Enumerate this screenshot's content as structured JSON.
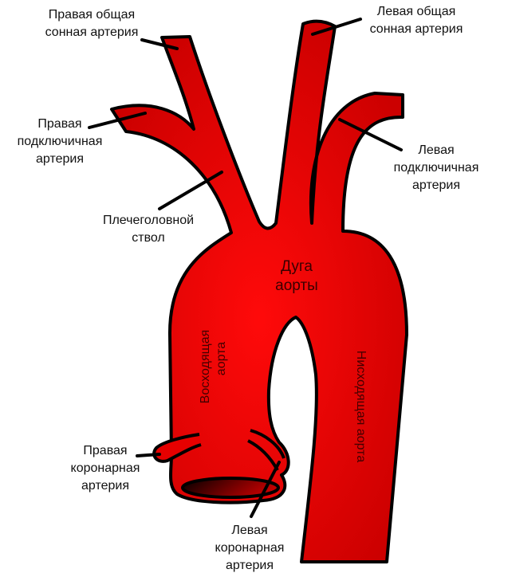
{
  "title": "Дуга аорты",
  "colors": {
    "vessel": "#e60000",
    "vessel_dark": "#c00000",
    "outline": "#000000"
  },
  "labels": {
    "right_common_carotid": [
      "Правая общая",
      "сонная артерия"
    ],
    "left_common_carotid": [
      "Левая общая",
      "сонная артерия"
    ],
    "right_subclavian": [
      "Правая",
      "подключичная",
      "артерия"
    ],
    "left_subclavian": [
      "Левая",
      "подключичная",
      "артерия"
    ],
    "brachiocephalic": [
      "Плечеголовной",
      "ствол"
    ],
    "aortic_arch": [
      "Дуга",
      "аорты"
    ],
    "ascending_aorta": [
      "Восходящая",
      "аорта"
    ],
    "descending_aorta": [
      "Нисходящая аорта"
    ],
    "right_coronary": [
      "Правая",
      "коронарная",
      "артерия"
    ],
    "left_coronary": [
      "Левая",
      "коронарная",
      "артерия"
    ]
  }
}
